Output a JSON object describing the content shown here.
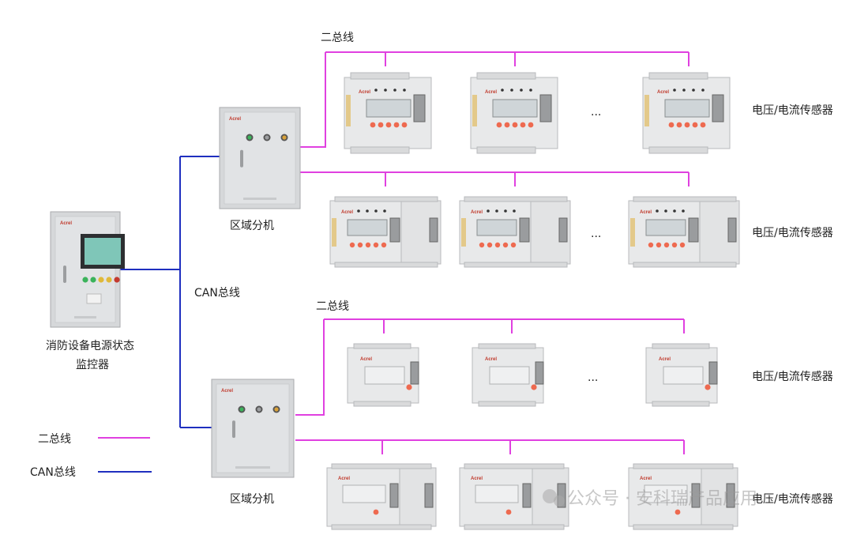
{
  "colors": {
    "two_bus": "#e040e0",
    "can_bus": "#1f2fbf",
    "cabinet": "#d6d8da",
    "module": "#e8e9ea",
    "module_edge": "#b8babc",
    "lcd": "#cfd5d8",
    "button_red": "#ee6a50",
    "terminal": "#9a9c9e"
  },
  "icons": [
    "wechat-icon",
    "acrel-logo"
  ],
  "labels": {
    "monitor_line1": "消防设备电源状态",
    "monitor_line2": "监控器",
    "can_bus": "CAN总线",
    "zone_unit_1": "区域分机",
    "zone_unit_2": "区域分机",
    "two_bus_top_1": "二总线",
    "two_bus_top_2": "二总线",
    "sensor_rows": [
      "电压/电流传感器",
      "电压/电流传感器",
      "电压/电流传感器",
      "电压/电流传感器"
    ],
    "ellipsis": "...",
    "brand": "Acrel",
    "legend_two_bus": "二总线",
    "legend_can_bus": "CAN总线",
    "watermark": "公众号 · 安科瑞产品应用"
  }
}
